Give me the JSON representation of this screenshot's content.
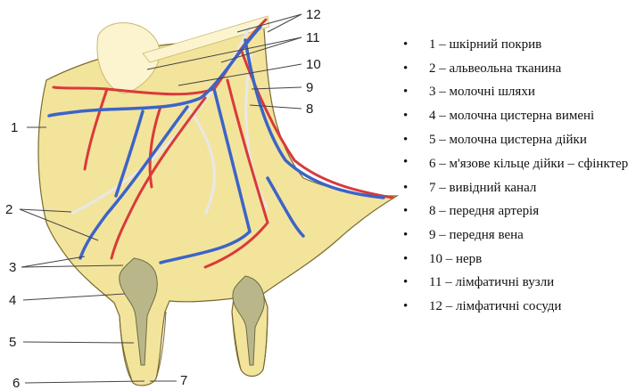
{
  "figure": {
    "callouts": [
      "12",
      "11",
      "10",
      "9",
      "8",
      "1",
      "2",
      "3",
      "4",
      "5",
      "6",
      "7"
    ]
  },
  "legend": {
    "bullet": "•",
    "items": [
      "1 – шкірний покрив",
      "2 – альвеольна тканина",
      "3 – молочні шляхи",
      "4 – молочна цистерна вимені",
      "5 – молочна цистерна дійки",
      "6 – м'язове кільце дійки – сфінктер",
      "7 – вивідний канал",
      "8 – передня артерія",
      "9 – передня вена",
      "10 – нерв",
      "11 – лімфатичні вузли",
      "12 – лімфатичні сосуди"
    ]
  }
}
